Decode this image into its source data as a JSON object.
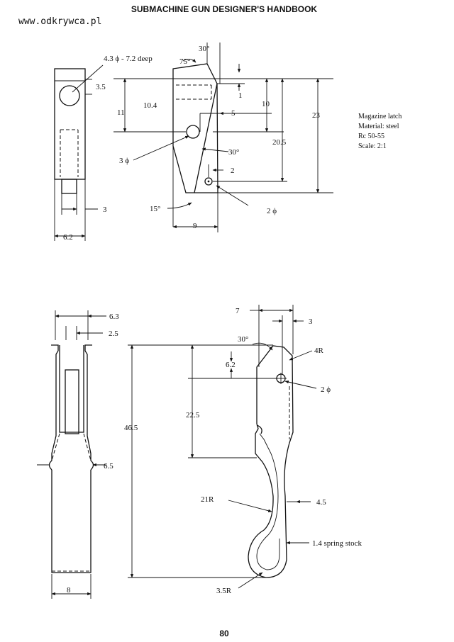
{
  "header": {
    "book_title": "SUBMACHINE GUN DESIGNER'S HANDBOOK",
    "watermark_url": "www.odkrywca.pl",
    "page_number": "80"
  },
  "figure_top": {
    "notes": [
      "Magazine latch",
      "Material:  steel",
      "Rc  50-55",
      "Scale: 2:1"
    ],
    "dims": {
      "hole_callout": "4.3 ϕ - 7.2 deep",
      "angle_75": "75°",
      "angle_30_top": "30°",
      "d_3_5": "3.5",
      "d_10_4": "10.4",
      "d_1": "1",
      "d_10": "10",
      "d_23": "23",
      "d_11": "11",
      "d_5": "5",
      "d_20_5": "20.5",
      "d_3phi": "3 ϕ",
      "angle_30_mid": "30°",
      "d_2": "2",
      "d_2phi": "2 ϕ",
      "angle_15": "15°",
      "d_9": "9",
      "d_3": "3",
      "d_6_2": "6.2"
    }
  },
  "figure_bottom": {
    "dims": {
      "d_6_3": "6.3",
      "d_2_5": "2.5",
      "d_7": "7",
      "d_3": "3",
      "angle_30": "30°",
      "d_4R": "4R",
      "d_6_2": "6.2",
      "d_2phi": "2 ϕ",
      "d_46_5": "46.5",
      "d_22_5": "22.5",
      "d_6_5": "6.5",
      "d_21R": "21R",
      "d_4_5": "4.5",
      "spring_stock": "1.4 spring stock",
      "d_3_5R": "3.5R",
      "d_8": "8"
    }
  }
}
